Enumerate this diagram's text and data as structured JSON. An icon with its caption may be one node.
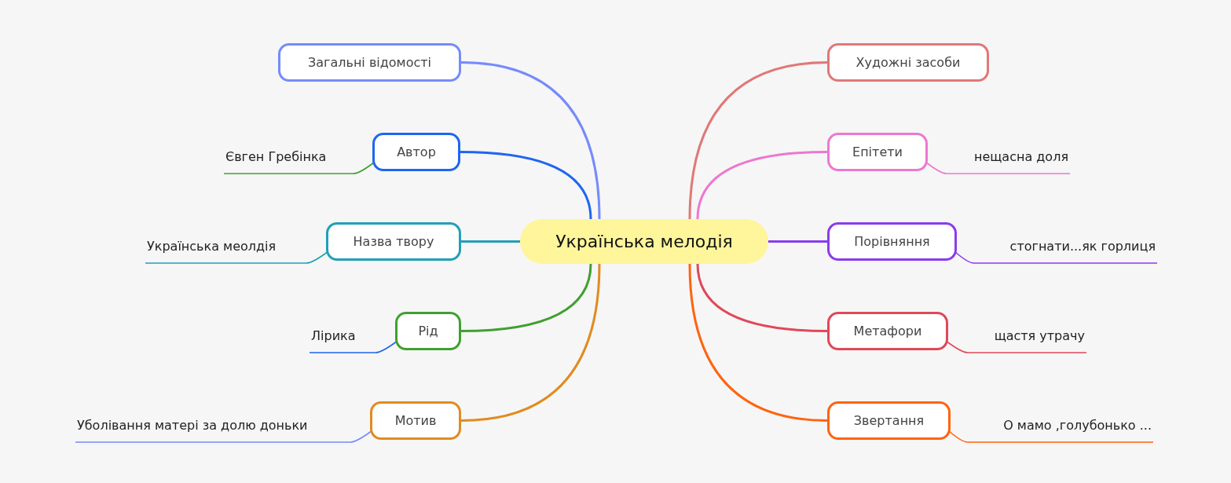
{
  "diagram": {
    "nodes": [
      {
        "text": [
          "Українська мелодія"
        ]
      },
      {
        "text": [
          "Загальні відомості"
        ]
      },
      {
        "text": [
          "Автор"
        ]
      },
      {
        "text": [
          "Євген Гребінка"
        ]
      },
      {
        "text": [
          "Назва твору"
        ]
      },
      {
        "text": [
          "Українська меолдія"
        ]
      },
      {
        "text": [
          "Рід"
        ]
      },
      {
        "text": [
          "Лірика"
        ]
      },
      {
        "text": [
          "Мотив"
        ]
      },
      {
        "text": [
          "Уболівання матері за долю доньки"
        ]
      },
      {
        "text": [
          "Художні засоби"
        ]
      },
      {
        "text": [
          "Епітети"
        ]
      },
      {
        "text": [
          "нещасна доля"
        ]
      },
      {
        "text": [
          "Порівняння"
        ]
      },
      {
        "text": [
          "стогнати...як горлиця"
        ]
      },
      {
        "text": [
          "Метафори"
        ]
      },
      {
        "text": [
          "щастя утрачу"
        ]
      },
      {
        "text": [
          "Звертання"
        ]
      },
      {
        "text": [
          "О мамо ,голубонько ..."
        ]
      }
    ],
    "edges": [
      {
        "from": 0,
        "to": 1,
        "arrow": "none",
        "color": "#768bfa"
      },
      {
        "from": 0,
        "to": 2,
        "arrow": "none",
        "color": "#1f66f0"
      },
      {
        "from": 2,
        "to": 3,
        "arrow": "none",
        "color": "#40a030"
      },
      {
        "from": 0,
        "to": 4,
        "arrow": "none",
        "color": "#20a0b8"
      },
      {
        "from": 4,
        "to": 5,
        "arrow": "none",
        "color": "#20a0b8"
      },
      {
        "from": 0,
        "to": 6,
        "arrow": "none",
        "color": "#40a030"
      },
      {
        "from": 6,
        "to": 7,
        "arrow": "none",
        "color": "#1f66f0"
      },
      {
        "from": 0,
        "to": 8,
        "arrow": "none",
        "color": "#e08c20"
      },
      {
        "from": 8,
        "to": 9,
        "arrow": "none",
        "color": "#768bfa"
      },
      {
        "from": 0,
        "to": 10,
        "arrow": "none",
        "color": "#e07878"
      },
      {
        "from": 0,
        "to": 11,
        "arrow": "none",
        "color": "#ec78d0"
      },
      {
        "from": 11,
        "to": 12,
        "arrow": "none",
        "color": "#ec78d0"
      },
      {
        "from": 0,
        "to": 13,
        "arrow": "none",
        "color": "#8a3cec"
      },
      {
        "from": 13,
        "to": 14,
        "arrow": "none",
        "color": "#8a3cec"
      },
      {
        "from": 0,
        "to": 15,
        "arrow": "none",
        "color": "#e04858"
      },
      {
        "from": 15,
        "to": 16,
        "arrow": "none",
        "color": "#e04858"
      },
      {
        "from": 0,
        "to": 17,
        "arrow": "none",
        "color": "#ff6410"
      },
      {
        "from": 17,
        "to": 18,
        "arrow": "none",
        "color": "#ff6410"
      }
    ]
  }
}
